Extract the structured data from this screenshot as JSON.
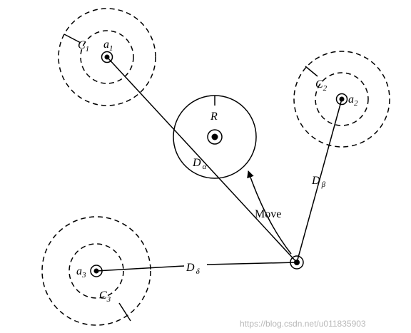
{
  "labels": {
    "c1": "C",
    "c1_sub": "1",
    "a1": "a",
    "a1_sub": "1",
    "c2": "C",
    "c2_sub": "2",
    "a2": "a",
    "a2_sub": "2",
    "c3": "C",
    "c3_sub": "3",
    "a3": "a",
    "a3_sub": "3",
    "r": "R",
    "d_alpha": "D",
    "d_alpha_sub": "α",
    "d_beta": "D",
    "d_beta_sub": "β",
    "d_delta": "D",
    "d_delta_sub": "δ",
    "move": "Move"
  },
  "watermark": "https://blog.csdn.net/u011835903",
  "colors": {
    "ink": "#000000",
    "watermark": "#b8b8b8"
  }
}
